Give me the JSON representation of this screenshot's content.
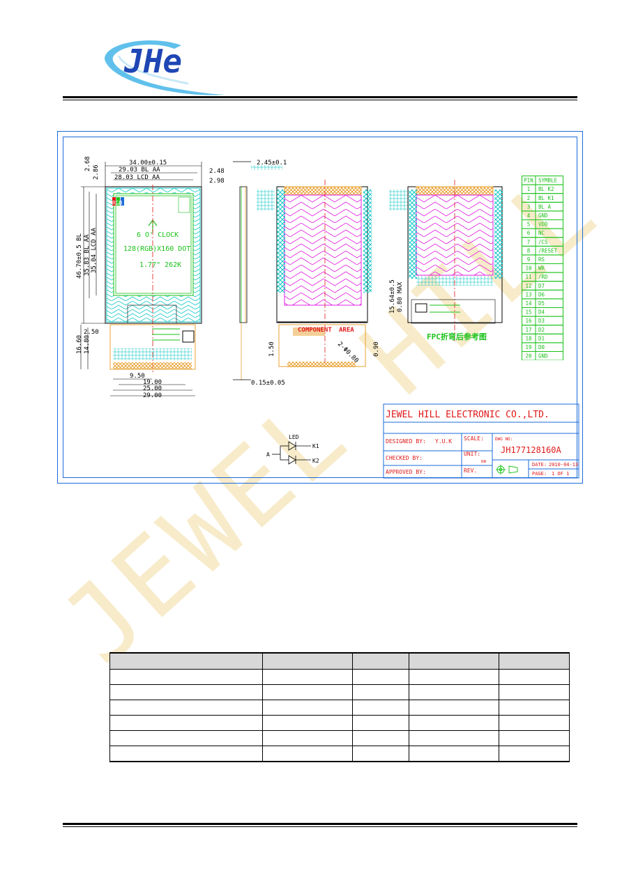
{
  "logo": {
    "text": "JHe"
  },
  "drawing": {
    "dims": {
      "outline_w": "34.00±0.15",
      "bl_aa_w": "29.03 BL AA",
      "lcd_aa_w": "28.03 LCD AA",
      "left_offset_1": "2.68",
      "left_offset_2": "2.86",
      "right_offset_1": "2.48",
      "right_offset_2": "2.98",
      "outline_h": "46.70±0.5 BL",
      "bl_aa_h": "35.83 BL AA",
      "lcd_aa_h": "35.04 LCD AA",
      "fpc_h1": "16.60",
      "fpc_h2": "14.80",
      "fpc_gap": "2.50",
      "pitch_a": "9.50",
      "pitch_b": "19.00",
      "pitch_c": "25.00",
      "pitch_d": "29.00",
      "thickness": "2.45±0.1",
      "fpc_thick": "0.15±0.05",
      "stiff_h": "1.50",
      "holes": "2-Φ0.80",
      "gap_90": "0.90",
      "bend_h": "15.64±0.5",
      "bend_max": "0.80 MAX"
    },
    "screen_labels": {
      "rgb": "RGB",
      "clock": "6 O' CLOCK",
      "resolution": "128(RGB)X160 DOT",
      "size": "1.77\"  262K"
    },
    "component_area": [
      "COMPONENT",
      "AREA"
    ],
    "bend_note": "FPC折弯后参考图",
    "led_labels": {
      "led": "LED",
      "a": "A",
      "k1": "K1",
      "k2": "K2"
    },
    "pin_table": {
      "headers": [
        "PIN",
        "SYMBLE"
      ],
      "rows": [
        [
          "1",
          "BL K2"
        ],
        [
          "2",
          "BL K1"
        ],
        [
          "3",
          "BL A"
        ],
        [
          "4",
          "GND"
        ],
        [
          "5",
          "VDD"
        ],
        [
          "6",
          "NC"
        ],
        [
          "7",
          "/CS"
        ],
        [
          "8",
          "/RESET"
        ],
        [
          "9",
          "RS"
        ],
        [
          "10",
          "WR"
        ],
        [
          "11",
          "/RD"
        ],
        [
          "12",
          "D7"
        ],
        [
          "13",
          "D6"
        ],
        [
          "14",
          "D5"
        ],
        [
          "15",
          "D4"
        ],
        [
          "16",
          "D3"
        ],
        [
          "17",
          "D2"
        ],
        [
          "18",
          "D1"
        ],
        [
          "19",
          "D0"
        ],
        [
          "20",
          "GND"
        ]
      ]
    },
    "title_block": {
      "company": "JEWEL HILL ELECTRONIC CO.,LTD.",
      "designed_by_label": "DESIGNED BY:",
      "designed_by": "Y.U.K",
      "checked_by_label": "CHECKED BY:",
      "approved_by_label": "APPROVED BY:",
      "scale_label": "SCALE:",
      "unit_label": "UNIT:",
      "unit": "mm",
      "rev_label": "REV.",
      "dwg_no_label": "DWG NO:",
      "dwg_no": "JH177128160A",
      "date_label": "DATE:",
      "date": "2010-04-13",
      "page_label": "PAGE:",
      "page": "1 OF 1"
    }
  },
  "watermark": {
    "text": "JEWEL HILL"
  },
  "colors": {
    "green": "#19c219",
    "cyan": "#19c8c8",
    "magenta": "#e020e0",
    "orange": "#e8a030",
    "red": "#e01818",
    "blue": "#1a6bd8",
    "brand_blue": "#1e46b4"
  }
}
